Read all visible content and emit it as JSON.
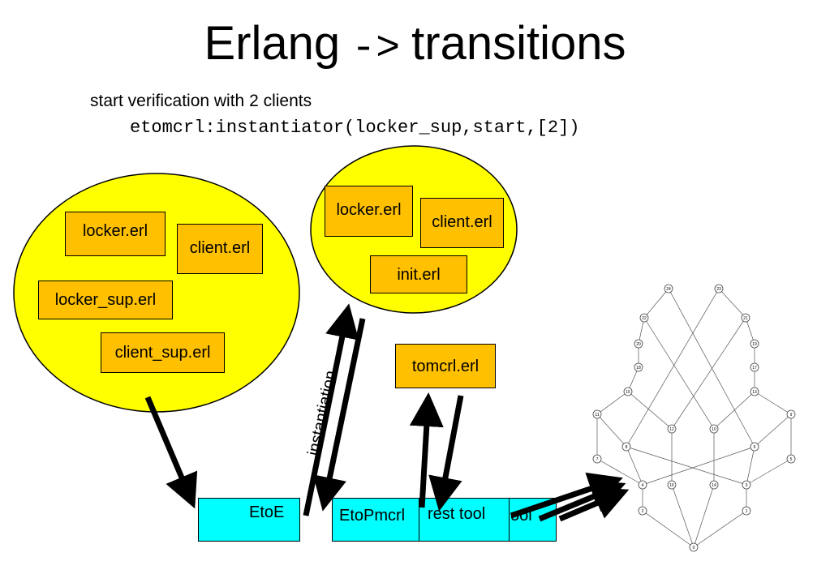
{
  "title": {
    "left": "Erlang",
    "arrow": "->",
    "right": "transitions"
  },
  "subtitle": "start verification with 2 clients",
  "code": "etomcrl:instantiator(locker_sup,start,[2])",
  "left_cluster": {
    "files": [
      "locker.erl",
      "client.erl",
      "locker_sup.erl",
      "client_sup.erl"
    ]
  },
  "right_cluster": {
    "files": [
      "locker.erl",
      "client.erl",
      "init.erl"
    ]
  },
  "tomcrl": "tomcrl.erl",
  "instantiation_label": "instantiation",
  "tools": {
    "etoe": "EtoE",
    "etopmcrl": "EtoPmcrl",
    "rest_tool": "rest tool",
    "tool_fragment": "ool"
  },
  "colors": {
    "ellipse": "#ffff00",
    "file_box": "#ffc000",
    "tool_box": "#00ffff"
  },
  "state_graph": {
    "nodes": [
      "24",
      "23",
      "22",
      "21",
      "20",
      "19",
      "18",
      "17",
      "15",
      "13",
      "11",
      "12",
      "10",
      "9",
      "8",
      "6",
      "7",
      "5",
      "4",
      "16",
      "14",
      "3",
      "2",
      "1",
      "0"
    ]
  }
}
